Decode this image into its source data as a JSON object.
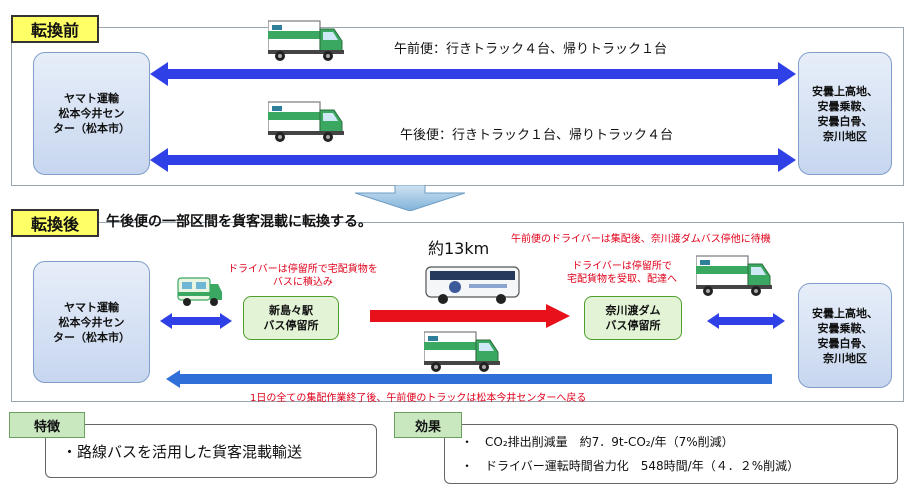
{
  "before": {
    "tag": "転換前",
    "origin": "ヤマト運輸\n松本今井セン\nター（松本市）",
    "dest": "安曇上高地、\n安曇乗鞍、\n安曇白骨、\n奈川地区",
    "am_route": "午前便：行きトラック４台、帰りトラック１台",
    "pm_route": "午後便：行きトラック１台、帰りトラック４台"
  },
  "after": {
    "tag": "転換後",
    "headline": "午後便の一部区間を貨客混載に転換する。",
    "origin": "ヤマト運輸\n松本今井セン\nター（松本市）",
    "dest": "安曇上高地、\n安曇乗鞍、\n安曇白骨、\n奈川地区",
    "stop1": "新島々駅\nバス停留所",
    "stop2": "奈川渡ダム\nバス停留所",
    "distance": "約13km",
    "note_load": "ドライバーは停留所で宅配貨物を\nバスに積込み",
    "note_receive": "ドライバーは停留所で\n宅配貨物を受取、配達へ",
    "note_am_driver": "午前便のドライバーは集配後、奈川渡ダムバス停他に待機",
    "note_return": "1日の全ての集配作業終了後、午前便のトラックは松本今井センターへ戻る"
  },
  "features": {
    "tag": "特徴",
    "text": "・路線バスを活用した貨客混載輸送"
  },
  "effects": {
    "tag": "効果",
    "line1": "・　CO₂排出削減量　約7．9t-CO₂/年（7%削減）",
    "line2": "・　ドライバー運転時間省力化　548時間/年（４．２%削減）"
  },
  "colors": {
    "arrow_blue": "#2f40e6",
    "arrow_red": "#e8101a",
    "node_fill": "#c7d6ef",
    "stop_fill": "#e3f3d6",
    "tag_yellow": "#ffff66"
  }
}
